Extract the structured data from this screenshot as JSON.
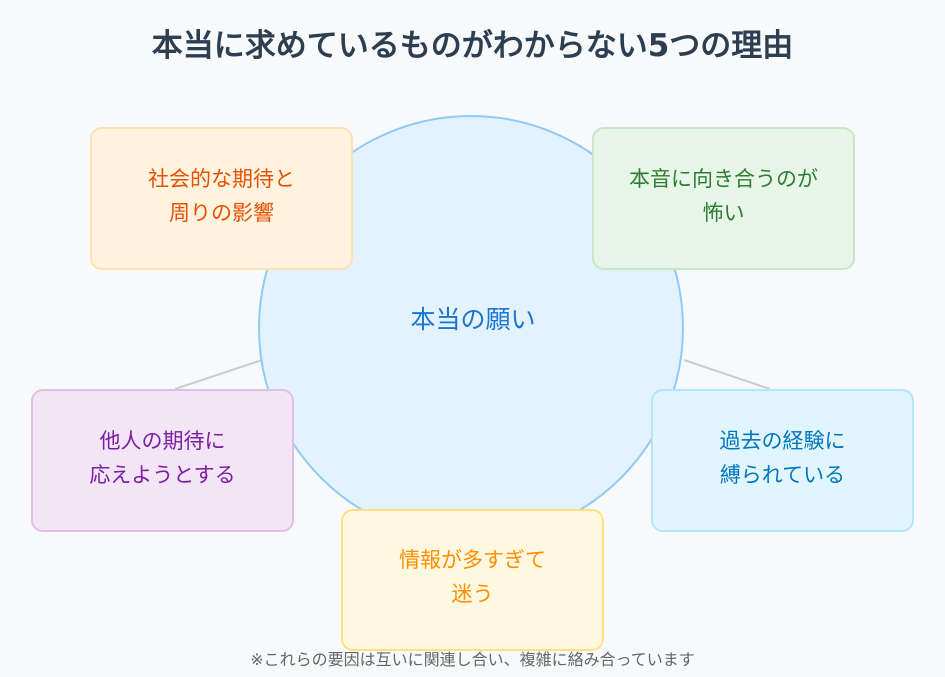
{
  "title": "本当に求めているものがわからない5つの理由",
  "center": "本当の願い",
  "reasons": [
    {
      "line1": "社会的な期待と",
      "line2": "周りの影響"
    },
    {
      "line1": "本音に向き合うのが",
      "line2": "怖い"
    },
    {
      "line1": "他人の期待に",
      "line2": "応えようとする"
    },
    {
      "line1": "過去の経験に",
      "line2": "縛られている"
    },
    {
      "line1": "情報が多すぎて",
      "line2": "迷う"
    }
  ],
  "note": "※これらの要因は互いに関連し合い、複雑に絡み合っています"
}
